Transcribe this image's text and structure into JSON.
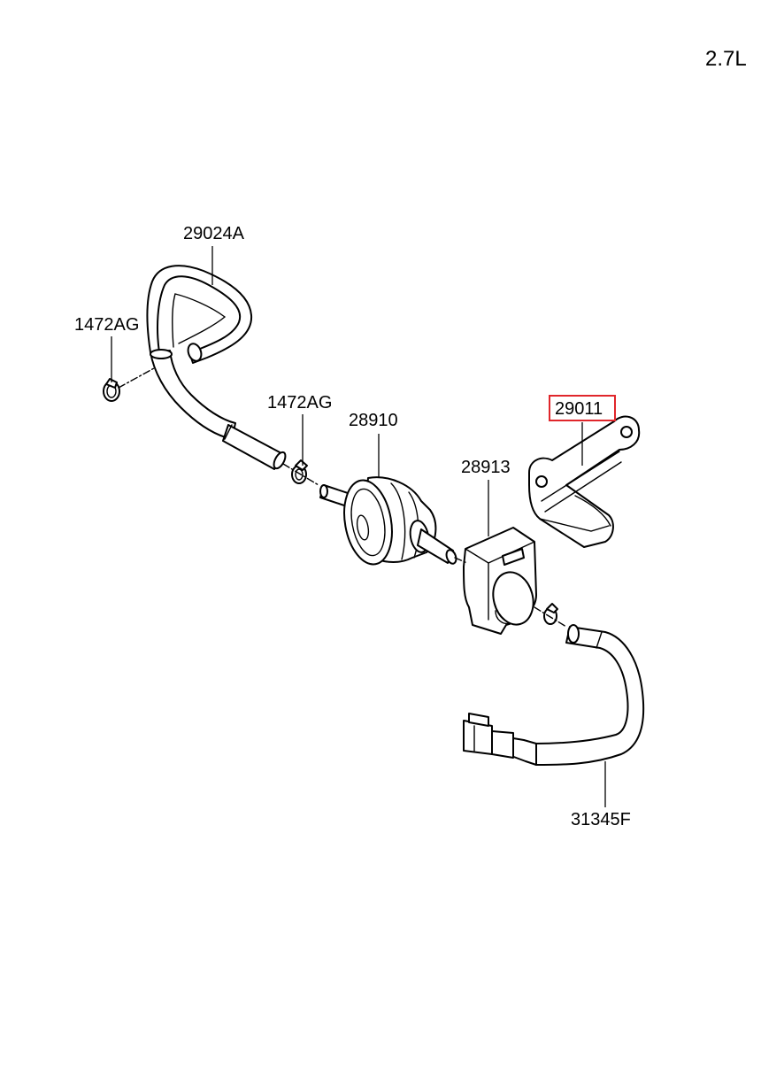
{
  "engine_label": "2.7L",
  "part_labels": {
    "hose_upper": "29024A",
    "clamp_left": "1472AG",
    "clamp_middle": "1472AG",
    "canister": "28910",
    "clamp_block": "28913",
    "bracket": "29011",
    "hose_lower": "31345F"
  },
  "highlight": {
    "part": "29011",
    "color": "#e0262b"
  }
}
